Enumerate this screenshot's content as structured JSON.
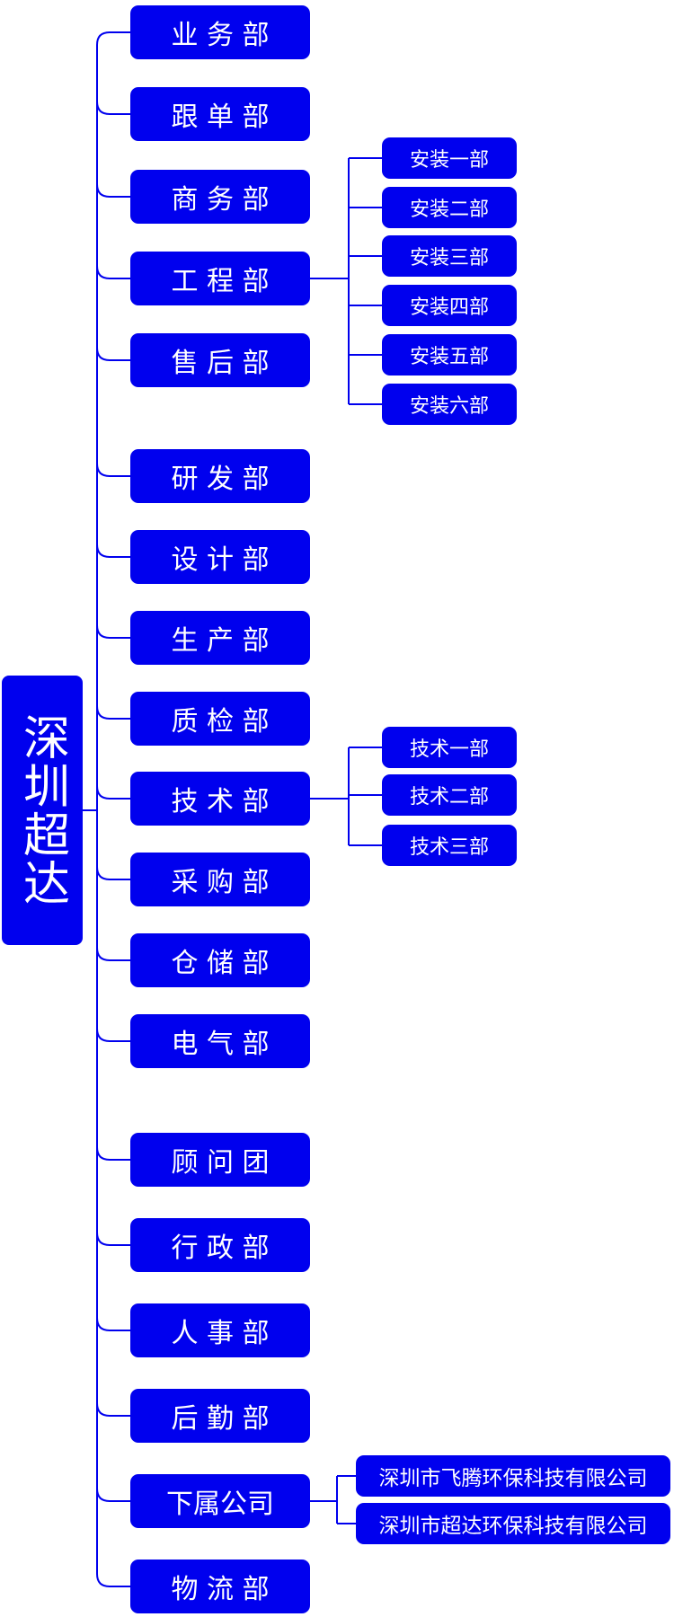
{
  "root": {
    "label": "深圳超达"
  },
  "departments": [
    {
      "id": "ye-wu",
      "label": "业 务 部"
    },
    {
      "id": "gen-dan",
      "label": "跟 单 部"
    },
    {
      "id": "shang-wu",
      "label": "商 务 部"
    },
    {
      "id": "gong-cheng",
      "label": "工 程 部"
    },
    {
      "id": "shou-hou",
      "label": "售 后 部"
    },
    {
      "id": "yan-fa",
      "label": "研 发 部"
    },
    {
      "id": "she-ji",
      "label": "设 计 部"
    },
    {
      "id": "sheng-chan",
      "label": "生 产 部"
    },
    {
      "id": "zhi-jian",
      "label": "质 检 部"
    },
    {
      "id": "ji-shu",
      "label": "技 术 部"
    },
    {
      "id": "cai-gou",
      "label": "采 购 部"
    },
    {
      "id": "cang-chu",
      "label": "仓 储 部"
    },
    {
      "id": "dian-qi",
      "label": "电 气 部"
    },
    {
      "id": "gu-wen",
      "label": "顾 问 团"
    },
    {
      "id": "xing-zheng",
      "label": "行 政 部"
    },
    {
      "id": "ren-shi",
      "label": "人 事 部"
    },
    {
      "id": "hou-qin",
      "label": "后 勤 部"
    },
    {
      "id": "xia-shu",
      "label": "下属公司"
    },
    {
      "id": "wu-liu",
      "label": "物 流 部"
    }
  ],
  "engineering_subunits": [
    "安装一部",
    "安装二部",
    "安装三部",
    "安装四部",
    "安装五部",
    "安装六部"
  ],
  "technical_subunits": [
    "技术一部",
    "技术二部",
    "技术三部"
  ],
  "subsidiaries": [
    "深圳市飞腾环保科技有限公司",
    "深圳市超达环保科技有限公司"
  ],
  "colors": {
    "box_fill": "#0000ee",
    "line": "#0000ee",
    "text": "#ffffff"
  }
}
